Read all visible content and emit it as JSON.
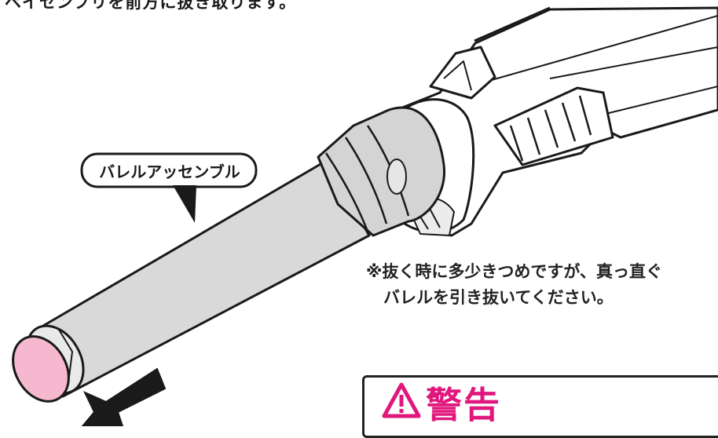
{
  "caption_top": "ペイセンブリを前方に抜き取ります。",
  "callout_label": "バレルアッセンブル",
  "note": {
    "line1": "※抜く時に多少きつめですが、真っ直ぐ",
    "line2": "バレルを引き抜いてください。"
  },
  "warning": {
    "title": "警告",
    "color": "#e0177d"
  },
  "colors": {
    "barrel_fill": "#d9d9d9",
    "cap_fill": "#f5b8cf",
    "outline": "#1a1a1a"
  },
  "icons": [
    "warning-triangle-icon",
    "pull-direction-arrow"
  ]
}
